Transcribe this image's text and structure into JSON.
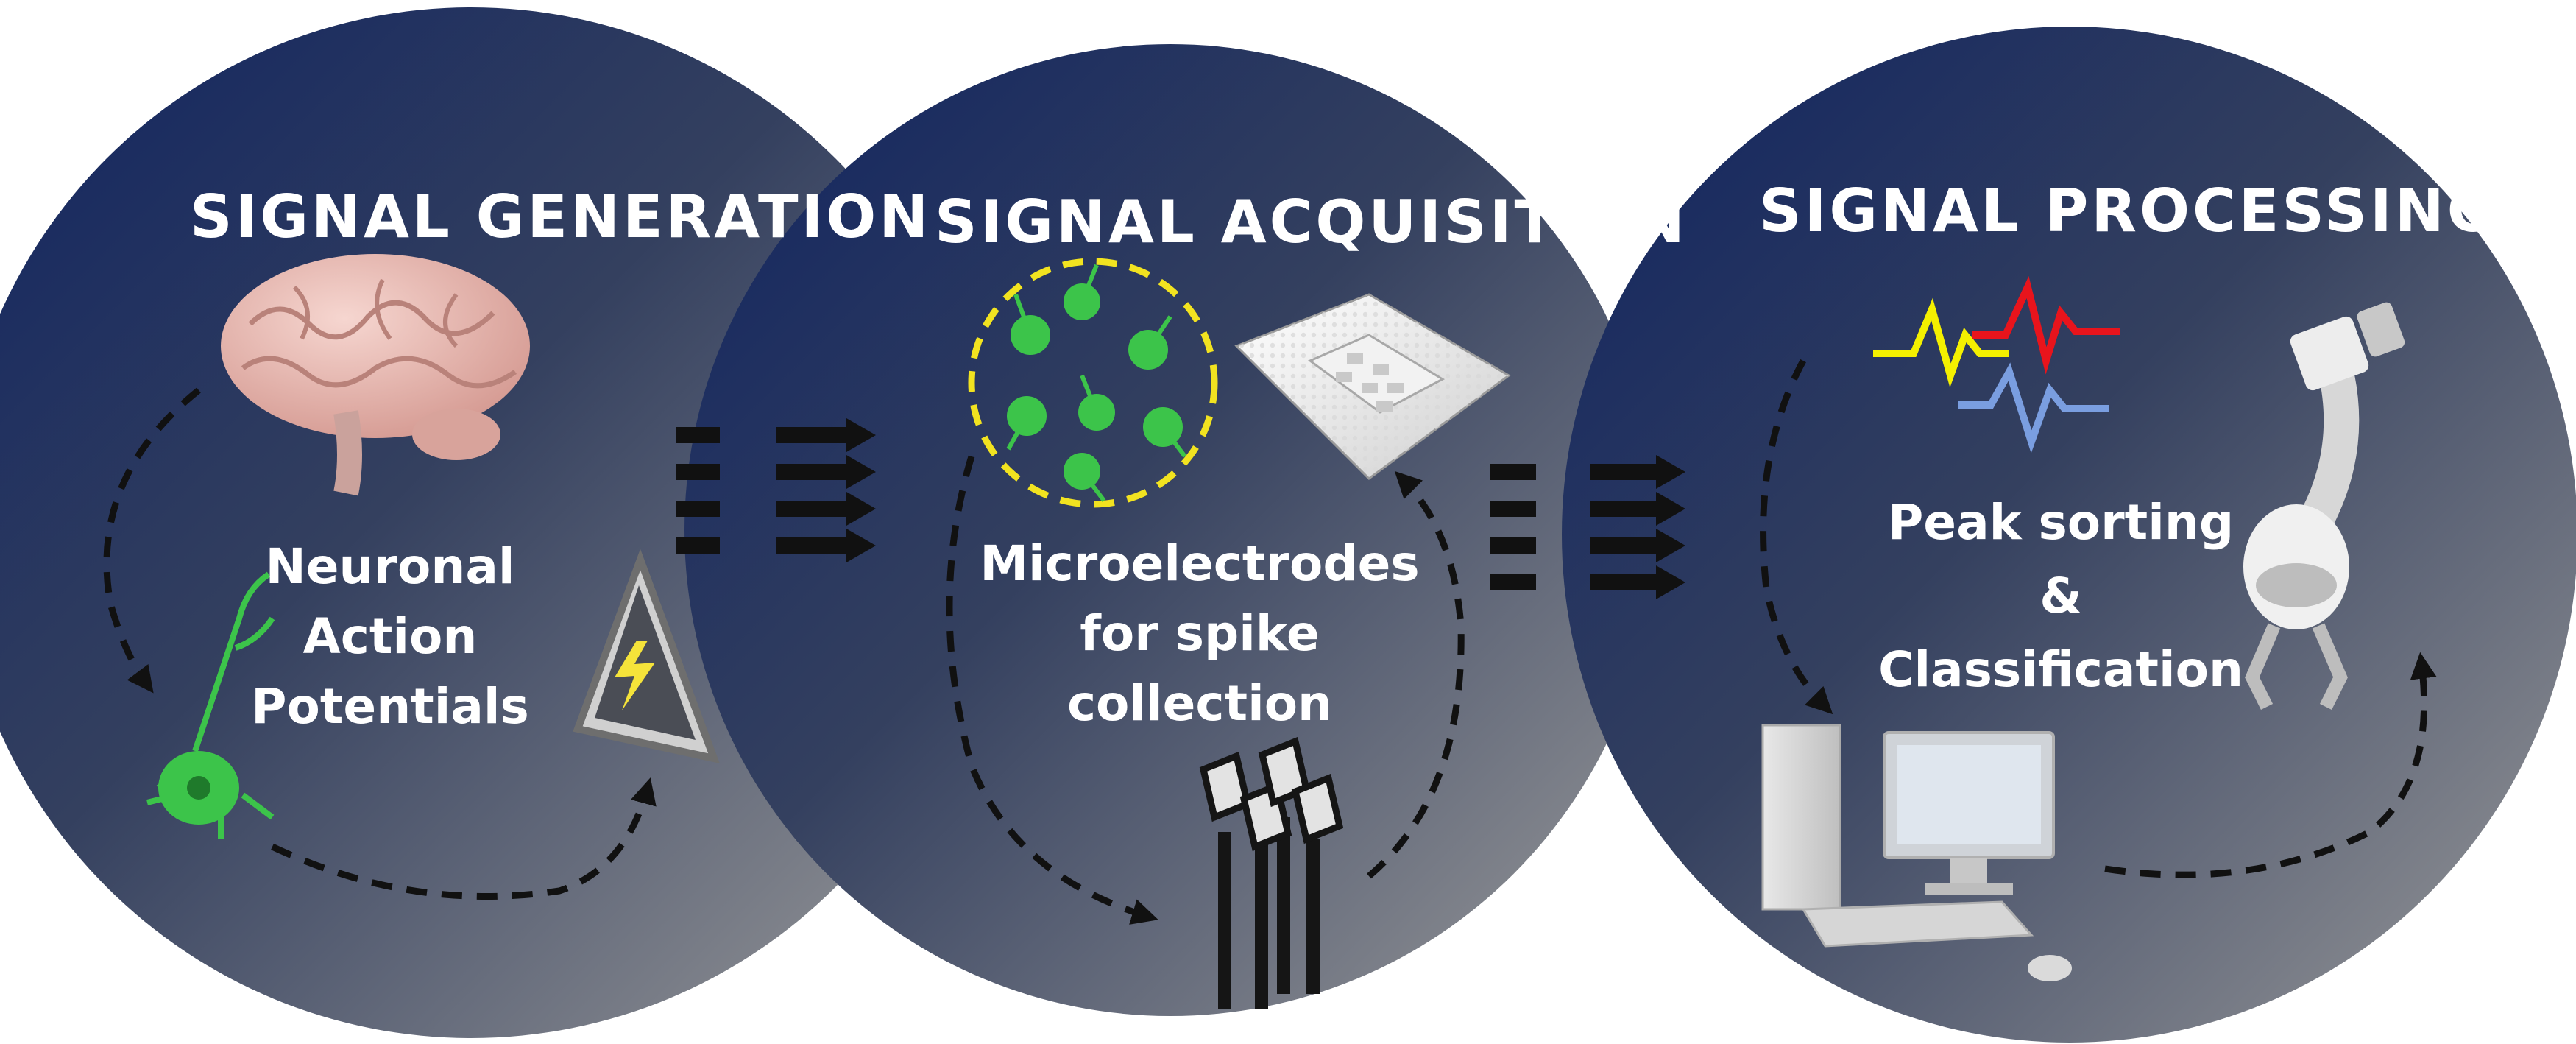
{
  "panels": [
    {
      "heading": "SIGNAL GENERATION",
      "caption": [
        "Neuronal",
        "Action",
        "Potentials"
      ]
    },
    {
      "heading": "SIGNAL ACQUISITION",
      "caption": [
        "Microelectrodes",
        "for spike",
        "collection"
      ]
    },
    {
      "heading": "SIGNAL PROCESSING",
      "caption": [
        "Peak sorting",
        "&",
        "Classification"
      ]
    }
  ],
  "icons": [
    "brain-icon",
    "neuron-icon",
    "high-voltage-warning-icon",
    "neuron-cluster-icon",
    "microelectrode-array-chip-icon",
    "microelectrode-probes-icon",
    "spike-waveforms-icon",
    "robotic-arm-icon",
    "desktop-computer-icon",
    "flow-arrows-icon"
  ],
  "colors": {
    "circle_dark": "#142a63",
    "circle_light": "#8a8a8a",
    "neuron": "#3cc44a",
    "highlight_ring": "#f2e320",
    "wave_yellow": "#f4f000",
    "wave_red": "#e8141c",
    "wave_blue": "#7a9ee0"
  }
}
